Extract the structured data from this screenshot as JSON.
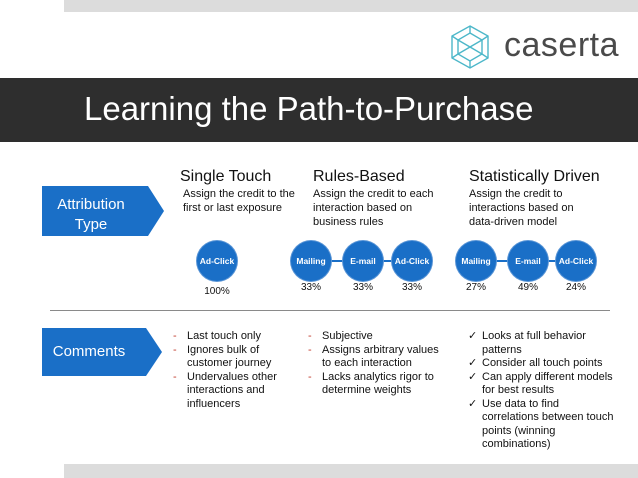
{
  "logo": {
    "text": "caserta"
  },
  "title": "Learning the Path-to-Purchase",
  "attribution_arrow": {
    "line1": "Attribution",
    "line2": "Type"
  },
  "comments_arrow": {
    "label": "Comments"
  },
  "columns": [
    {
      "heading": "Single Touch",
      "description": [
        "Assign the credit to the",
        "first or last exposure"
      ],
      "nodes": [
        "Ad-Click"
      ],
      "percents": [
        "100%"
      ],
      "comments": [
        "Last touch only",
        "Ignores bulk of",
        "customer journey",
        "Undervalues other",
        "interactions and",
        "influencers"
      ]
    },
    {
      "heading": "Rules-Based",
      "description": [
        "Assign the credit to each",
        "interaction based on",
        "business rules"
      ],
      "nodes": [
        "Mailing",
        "E-mail",
        "Ad-Click"
      ],
      "percents": [
        "33%",
        "33%",
        "33%"
      ],
      "comments": [
        "Subjective",
        "Assigns arbitrary values",
        "to each interaction",
        "Lacks analytics rigor to",
        "determine weights"
      ]
    },
    {
      "heading": "Statistically Driven",
      "description": [
        "Assign the credit to",
        "interactions based on",
        "data-driven model"
      ],
      "nodes": [
        "Mailing",
        "E-mail",
        "Ad-Click"
      ],
      "percents": [
        "27%",
        "49%",
        "24%"
      ],
      "comments": [
        "Looks at full behavior",
        "patterns",
        "Consider all touch points",
        "Can apply different models",
        "for best results",
        "Use data to find",
        "correlations between touch",
        "points (winning",
        "combinations)"
      ]
    }
  ],
  "markers": {
    "dash": "-",
    "check": "✓"
  },
  "colors": {
    "accent": "#1a6fc7",
    "banner": "#2e2e2e",
    "bar": "#dcdcdc"
  }
}
